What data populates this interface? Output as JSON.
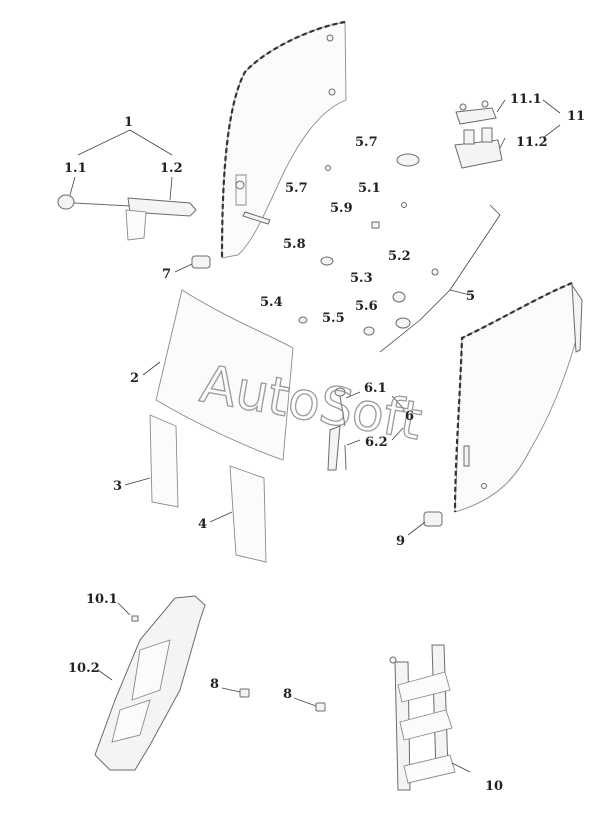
{
  "watermark": "AutoSoft",
  "labels": {
    "l1": "1",
    "l1_1": "1.1",
    "l1_2": "1.2",
    "l2": "2",
    "l3": "3",
    "l4": "4",
    "l5": "5",
    "l5_1": "5.1",
    "l5_2": "5.2",
    "l5_3": "5.3",
    "l5_4": "5.4",
    "l5_5": "5.5",
    "l5_6": "5.6",
    "l5_7a": "5.7",
    "l5_7b": "5.7",
    "l5_8": "5.8",
    "l5_9": "5.9",
    "l6": "6",
    "l6_1": "6.1",
    "l6_2": "6.2",
    "l7": "7",
    "l8a": "8",
    "l8b": "8",
    "l9": "9",
    "l10": "10",
    "l10_1": "10.1",
    "l10_2": "10.2",
    "l11": "11",
    "l11_1": "11.1",
    "l11_2": "11.2"
  }
}
